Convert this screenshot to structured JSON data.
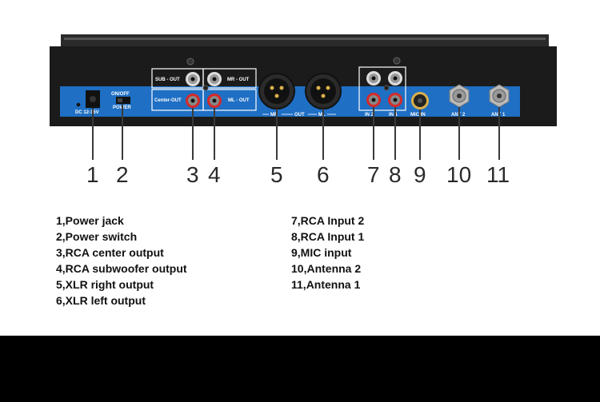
{
  "panel": {
    "dc_label": "DC 12-15V",
    "onoff_label": "ON/OFF",
    "power_label": "POWER",
    "sub_out": "SUB - OUT",
    "mr_out": "MR - OUT",
    "center_out": "Center-OUT",
    "ml_out": "ML - OUT",
    "xlr_mr": "MR",
    "xlr_out": "OUT",
    "xlr_ml": "ML",
    "in2": "IN 2",
    "in1": "IN 1",
    "mic_in": "MIC IN",
    "ant2": "ANT 2",
    "ant1": "ANT 1"
  },
  "callouts": [
    "1",
    "2",
    "3",
    "4",
    "5",
    "6",
    "7",
    "8",
    "9",
    "10",
    "11"
  ],
  "legend_left": [
    "1,Power jack",
    "2,Power switch",
    "3,RCA center output",
    "4,RCA subwoofer output",
    "5,XLR right output",
    "6,XLR left output"
  ],
  "legend_right": [
    "7,RCA Input 2",
    "8,RCA Input 1",
    "9,MIC input",
    "10,Antenna 2",
    "11,Antenna 1"
  ],
  "colors": {
    "panel_blue": "#1f6fc4",
    "chassis": "#1b1b1b",
    "rca_red": "#d42a2a",
    "gold": "#d8b04a"
  }
}
